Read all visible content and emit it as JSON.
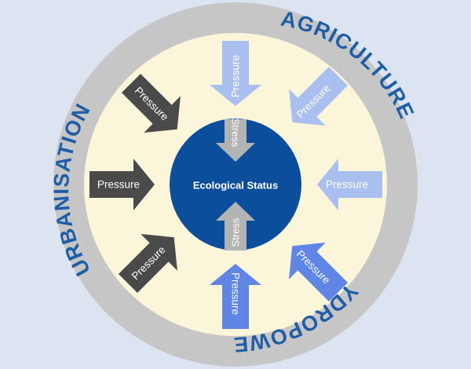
{
  "colors": {
    "background": "#dbe4f0",
    "outer_ring": "#c6c6c6",
    "inner_field": "#fbf5d9",
    "center_circle": "#0b4f9c",
    "center_text": "#ffffff",
    "stress_arrow": "#b3b3b3",
    "label_blue": "#1e5ea8",
    "urbanisation_arrow": "#4a4a4a",
    "agriculture_arrow": "#a9bff0",
    "hydropower_arrow": "#5f86e6",
    "arrow_text": "#ffffff"
  },
  "center": {
    "label": "Ecological Status"
  },
  "stress": {
    "top_label": "Stress",
    "bottom_label": "Stress"
  },
  "sectors": {
    "agriculture": {
      "label": "AGRICULTURE"
    },
    "urbanisation": {
      "label": "URBANISATION"
    },
    "hydropower": {
      "label": "HYDROPOWER"
    }
  },
  "pressure_arrows": [
    {
      "label": "Pressure",
      "sector": "agriculture",
      "icon": "arrow-down-icon"
    },
    {
      "label": "Pressure",
      "sector": "agriculture",
      "icon": "arrow-down-left-icon"
    },
    {
      "label": "Pressure",
      "sector": "agriculture",
      "icon": "arrow-left-icon"
    },
    {
      "label": "Pressure",
      "sector": "hydropower",
      "icon": "arrow-up-left-icon"
    },
    {
      "label": "Pressure",
      "sector": "hydropower",
      "icon": "arrow-up-icon"
    },
    {
      "label": "Pressure",
      "sector": "urbanisation",
      "icon": "arrow-up-right-icon"
    },
    {
      "label": "Pressure",
      "sector": "urbanisation",
      "icon": "arrow-right-icon"
    },
    {
      "label": "Pressure",
      "sector": "urbanisation",
      "icon": "arrow-down-right-icon"
    }
  ]
}
